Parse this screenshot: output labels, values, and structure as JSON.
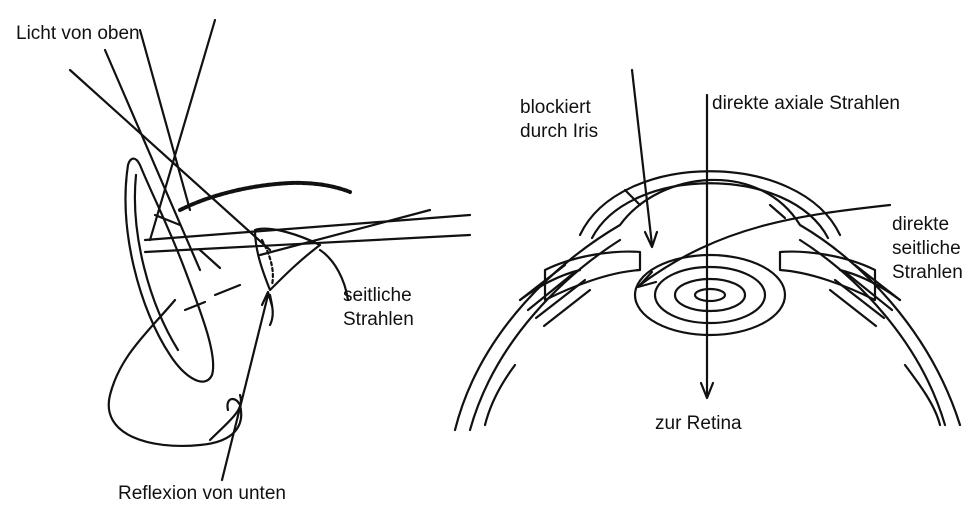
{
  "left_figure": {
    "label_light_from_above": "Licht von oben",
    "label_lateral_rays": [
      "seitliche",
      "Strahlen"
    ],
    "label_reflection_from_below": "Reflexion von unten"
  },
  "right_figure": {
    "label_blocked_by_iris": [
      "blockiert",
      "durch Iris"
    ],
    "label_direct_axial_rays": "direkte axiale Strahlen",
    "label_direct_lateral_rays": [
      "direkte",
      "seitliche",
      "Strahlen"
    ],
    "label_to_retina": "zur Retina"
  },
  "colors": {
    "ink": "#111111",
    "background": "#ffffff"
  }
}
